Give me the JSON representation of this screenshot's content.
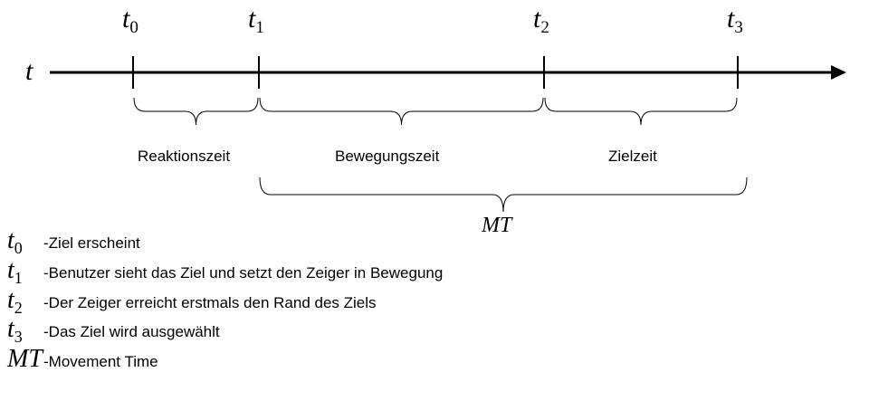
{
  "axis": {
    "label": "t"
  },
  "ticks": [
    {
      "name": "t",
      "sub": "0"
    },
    {
      "name": "t",
      "sub": "1"
    },
    {
      "name": "t",
      "sub": "2"
    },
    {
      "name": "t",
      "sub": "3"
    }
  ],
  "phases": [
    "Reaktionszeit",
    "Bewegungszeit",
    "Zielzeit"
  ],
  "total_label": "MT",
  "legend": [
    {
      "sym": "t",
      "sub": "0",
      "text": "-Ziel erscheint"
    },
    {
      "sym": "t",
      "sub": "1",
      "text": "-Benutzer sieht das Ziel und setzt den Zeiger in Bewegung"
    },
    {
      "sym": "t",
      "sub": "2",
      "text": "-Der Zeiger erreicht erstmals den Rand des Ziels"
    },
    {
      "sym": "t",
      "sub": "3",
      "text": "-Das Ziel wird ausgewählt"
    },
    {
      "sym": "MT",
      "sub": "",
      "text": "-Movement Time"
    }
  ]
}
